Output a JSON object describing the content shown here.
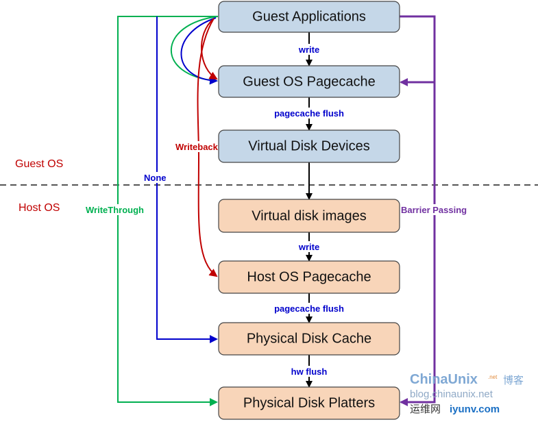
{
  "zones": {
    "guest": "Guest OS",
    "host": "Host OS"
  },
  "boxes": [
    {
      "label": "Guest Applications",
      "layer": "guest"
    },
    {
      "label": "Guest OS Pagecache",
      "layer": "guest"
    },
    {
      "label": "Virtual Disk Devices",
      "layer": "guest"
    },
    {
      "label": "Virtual disk images",
      "layer": "host"
    },
    {
      "label": "Host OS Pagecache",
      "layer": "host"
    },
    {
      "label": "Physical Disk Cache",
      "layer": "host"
    },
    {
      "label": "Physical Disk Platters",
      "layer": "host"
    }
  ],
  "flow_labels": [
    "write",
    "pagecache flush",
    "write",
    "pagecache flush",
    "hw flush"
  ],
  "modes": {
    "writethrough": "WriteThrough",
    "none": "None",
    "writeback": "Writeback",
    "barrier": "Barrier Passing"
  },
  "watermark": {
    "line1": "ChinaUnix",
    "line1_suffix": "博客",
    "line1_net": ".net",
    "line2": "blog.chinaunix.net",
    "line3": "运维网",
    "line4": "iyunv.com"
  },
  "colors": {
    "guest_box": "#c5d7e8",
    "host_box": "#f8d5b9",
    "writethrough": "#00b050",
    "none": "#0000cc",
    "writeback": "#c00000",
    "barrier": "#7030a0",
    "flow_label": "#0000cc"
  }
}
